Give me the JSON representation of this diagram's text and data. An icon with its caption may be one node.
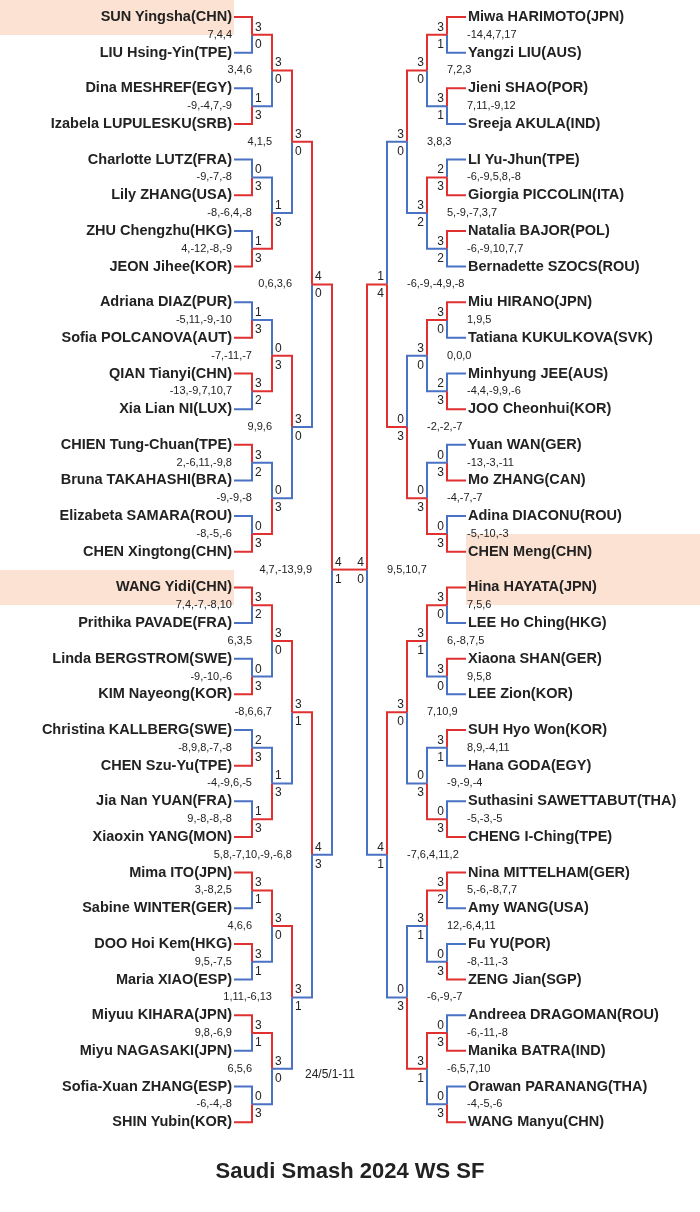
{
  "diagram": {
    "title": "Saudi Smash 2024 WS SF",
    "nodes": [
      {
        "text": [
          "SUN Yingsha(CHN)"
        ]
      },
      {
        "text": [
          "LIU Hsing-Yin(TPE)"
        ]
      },
      {
        "text": [
          "Dina MESHREF(EGY)"
        ]
      },
      {
        "text": [
          "Izabela LUPULESKU(SRB)"
        ]
      },
      {
        "text": [
          "Charlotte LUTZ(FRA)"
        ]
      },
      {
        "text": [
          "Lily ZHANG(USA)"
        ]
      },
      {
        "text": [
          "ZHU Chengzhu(HKG)"
        ]
      },
      {
        "text": [
          "JEON Jihee(KOR)"
        ]
      },
      {
        "text": [
          "Adriana DIAZ(PUR)"
        ]
      },
      {
        "text": [
          "Sofia POLCANOVA(AUT)"
        ]
      },
      {
        "text": [
          "QIAN Tianyi(CHN)"
        ]
      },
      {
        "text": [
          "Xia Lian NI(LUX)"
        ]
      },
      {
        "text": [
          "CHIEN Tung-Chuan(TPE)"
        ]
      },
      {
        "text": [
          "Bruna TAKAHASHI(BRA)"
        ]
      },
      {
        "text": [
          "Elizabeta SAMARA(ROU)"
        ]
      },
      {
        "text": [
          "CHEN Xingtong(CHN)"
        ]
      },
      {
        "text": [
          "WANG Yidi(CHN)"
        ]
      },
      {
        "text": [
          "Prithika PAVADE(FRA)"
        ]
      },
      {
        "text": [
          "Linda BERGSTROM(SWE)"
        ]
      },
      {
        "text": [
          "KIM Nayeong(KOR)"
        ]
      },
      {
        "text": [
          "Christina KALLBERG(SWE)"
        ]
      },
      {
        "text": [
          "CHEN Szu-Yu(TPE)"
        ]
      },
      {
        "text": [
          "Jia Nan YUAN(FRA)"
        ]
      },
      {
        "text": [
          "Xiaoxin YANG(MON)"
        ]
      },
      {
        "text": [
          "Mima ITO(JPN)"
        ]
      },
      {
        "text": [
          "Sabine WINTER(GER)"
        ]
      },
      {
        "text": [
          "DOO Hoi Kem(HKG)"
        ]
      },
      {
        "text": [
          "Maria XIAO(ESP)"
        ]
      },
      {
        "text": [
          "Miyuu KIHARA(JPN)"
        ]
      },
      {
        "text": [
          "Miyu NAGASAKI(JPN)"
        ]
      },
      {
        "text": [
          "Sofia-Xuan ZHANG(ESP)"
        ]
      },
      {
        "text": [
          "SHIN Yubin(KOR)"
        ]
      },
      {
        "text": [
          "Miwa HARIMOTO(JPN)"
        ]
      },
      {
        "text": [
          "Yangzi LIU(AUS)"
        ]
      },
      {
        "text": [
          "Jieni SHAO(POR)"
        ]
      },
      {
        "text": [
          "Sreeja AKULA(IND)"
        ]
      },
      {
        "text": [
          "LI Yu-Jhun(TPE)"
        ]
      },
      {
        "text": [
          "Giorgia PICCOLIN(ITA)"
        ]
      },
      {
        "text": [
          "Natalia BAJOR(POL)"
        ]
      },
      {
        "text": [
          "Bernadette SZOCS(ROU)"
        ]
      },
      {
        "text": [
          "Miu HIRANO(JPN)"
        ]
      },
      {
        "text": [
          "Tatiana KUKULKOVA(SVK)"
        ]
      },
      {
        "text": [
          "Minhyung JEE(AUS)"
        ]
      },
      {
        "text": [
          "JOO Cheonhui(KOR)"
        ]
      },
      {
        "text": [
          "Yuan WAN(GER)"
        ]
      },
      {
        "text": [
          "Mo ZHANG(CAN)"
        ]
      },
      {
        "text": [
          "Adina DIACONU(ROU)"
        ]
      },
      {
        "text": [
          "CHEN Meng(CHN)"
        ]
      },
      {
        "text": [
          "Hina HAYATA(JPN)"
        ]
      },
      {
        "text": [
          "LEE Ho Ching(HKG)"
        ]
      },
      {
        "text": [
          "Xiaona SHAN(GER)"
        ]
      },
      {
        "text": [
          "LEE Zion(KOR)"
        ]
      },
      {
        "text": [
          "SUH Hyo Won(KOR)"
        ]
      },
      {
        "text": [
          "Hana GODA(EGY)"
        ]
      },
      {
        "text": [
          "Suthasini SAWETTABUT(THA)"
        ]
      },
      {
        "text": [
          "CHENG I-Ching(TPE)"
        ]
      },
      {
        "text": [
          "Nina MITTELHAM(GER)"
        ]
      },
      {
        "text": [
          "Amy WANG(USA)"
        ]
      },
      {
        "text": [
          "Fu YU(POR)"
        ]
      },
      {
        "text": [
          "ZENG Jian(SGP)"
        ]
      },
      {
        "text": [
          "Andreea DRAGOMAN(ROU)"
        ]
      },
      {
        "text": [
          "Manika BATRA(IND)"
        ]
      },
      {
        "text": [
          "Orawan PARANANG(THA)"
        ]
      },
      {
        "text": [
          "WANG Manyu(CHN)"
        ]
      }
    ],
    "labels": [
      "7,4,4",
      "3",
      "0",
      "3,4,6",
      "3",
      "0",
      "-9,-4,7,-9",
      "1",
      "3",
      "4,1,5",
      "3",
      "0",
      "-9,-7,-8",
      "0",
      "3",
      "-8,-6,4,-8",
      "1",
      "3",
      "4,-12,-8,-9",
      "1",
      "3",
      "0,6,3,6",
      "4",
      "0",
      "-5,11,-9,-10",
      "1",
      "3",
      "-7,-11,-7",
      "0",
      "3",
      "-13,-9,7,10,7",
      "3",
      "2",
      "9,9,6",
      "3",
      "0",
      "2,-6,11,-9,8",
      "3",
      "2",
      "-9,-9,-8",
      "0",
      "3",
      "-8,-5,-6",
      "0",
      "3",
      "4,7,-13,9,9",
      "4",
      "1",
      "7,4,-7,-8,10",
      "3",
      "2",
      "6,3,5",
      "3",
      "0",
      "-9,-10,-6",
      "0",
      "3",
      "-8,6,6,7",
      "3",
      "1",
      "-8,9,8,-7,-8",
      "2",
      "3",
      "-4,-9,6,-5",
      "1",
      "3",
      "9,-8,-8,-8",
      "1",
      "3",
      "5,8,-7,10,-9,-6,8",
      "4",
      "3",
      "3,-8,2,5",
      "3",
      "1",
      "4,6,6",
      "3",
      "0",
      "9,5,-7,5",
      "3",
      "1",
      "1,11,-6,13",
      "3",
      "1",
      "9,8,-6,9",
      "3",
      "1",
      "6,5,6",
      "3",
      "0",
      "-6,-4,-8",
      "0",
      "3",
      "-14,4,7,17",
      "3",
      "1",
      "7,2,3",
      "3",
      "0",
      "7,11,-9,12",
      "3",
      "1",
      "3,8,3",
      "3",
      "0",
      "-6,-9,5,8,-8",
      "2",
      "3",
      "5,-9,-7,3,7",
      "3",
      "2",
      "-6,-9,10,7,7",
      "3",
      "2",
      "-6,-9,-4,9,-8",
      "1",
      "4",
      "1,9,5",
      "3",
      "0",
      "0,0,0",
      "3",
      "0",
      "-4,4,-9,9,-6",
      "2",
      "3",
      "-2,-2,-7",
      "0",
      "3",
      "-13,-3,-11",
      "0",
      "3",
      "-4,-7,-7",
      "0",
      "3",
      "-5,-10,-3",
      "0",
      "3",
      "9,5,10,7",
      "4",
      "0",
      "7,5,6",
      "3",
      "0",
      "6,-8,7,5",
      "3",
      "1",
      "9,5,8",
      "3",
      "0",
      "7,10,9",
      "3",
      "0",
      "8,9,-4,11",
      "3",
      "1",
      "-9,-9,-4",
      "0",
      "3",
      "-5,-3,-5",
      "0",
      "3",
      "-7,6,4,11,2",
      "4",
      "1",
      "5,-6,-8,7,7",
      "3",
      "2",
      "12,-6,4,11",
      "3",
      "1",
      "-8,-11,-3",
      "0",
      "3",
      "-6,-9,-7",
      "0",
      "3",
      "-6,-11,-8",
      "0",
      "3",
      "-6,5,7,10",
      "3",
      "1",
      "-4,-5,-6",
      "0",
      "3",
      "24/5/1-11"
    ]
  }
}
